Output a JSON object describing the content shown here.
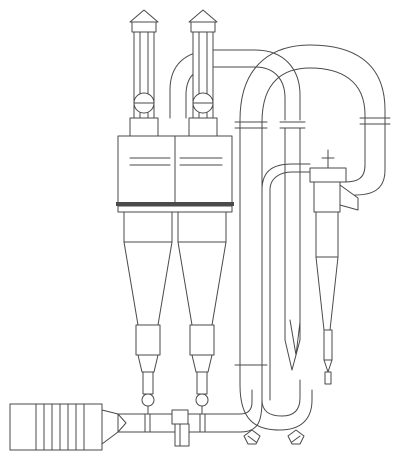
{
  "diagram": {
    "kind": "line-drawing",
    "colors": {
      "line": "#4a4a4a",
      "background": "#ffffff"
    },
    "components": [
      "exhaust-chimney-left",
      "exhaust-chimney-right",
      "bag-filter-housing",
      "cyclone-left",
      "cyclone-right",
      "hot-air-furnace",
      "main-drying-duct",
      "return-loop-duct",
      "small-cyclone",
      "feed-hopper"
    ]
  }
}
